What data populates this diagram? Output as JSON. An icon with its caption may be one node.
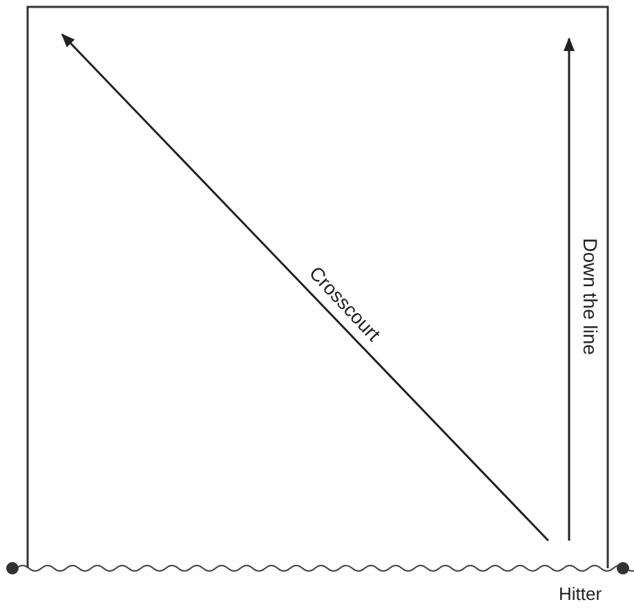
{
  "diagram": {
    "labels": [
      "Crosscourt",
      "Down the line",
      "Hitter"
    ]
  }
}
